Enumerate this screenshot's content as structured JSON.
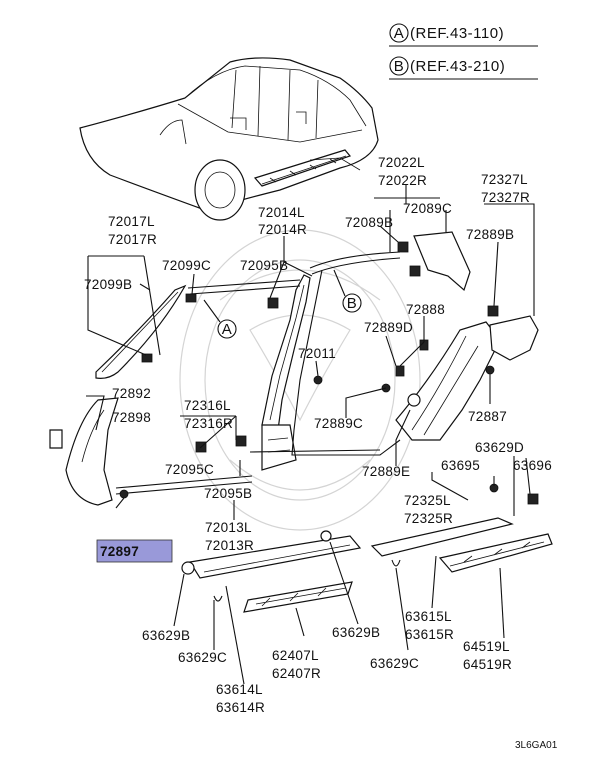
{
  "refs": [
    {
      "letter": "A",
      "text": "(REF.43-110)"
    },
    {
      "letter": "B",
      "text": "(REF.43-210)"
    }
  ],
  "callout_letters": {
    "a": "A",
    "b": "B"
  },
  "labels": {
    "p72022": "72022L",
    "p72022r": "72022R",
    "p72327": "72327L",
    "p72327r": "72327R",
    "p72017": "72017L",
    "p72017r": "72017R",
    "p72014": "72014L",
    "p72014r": "72014R",
    "p72089c_top": "72089C",
    "p72089b_a": "72089B",
    "p72889b": "72889B",
    "p72099c": "72099C",
    "p72095b_top": "72095B",
    "p72099b": "72099B",
    "p72888": "72888",
    "p72889d": "72889D",
    "p72011": "72011",
    "p72892": "72892",
    "p72898": "72898",
    "p72316": "72316L",
    "p72316r": "72316R",
    "p72889c": "72889C",
    "p72887": "72887",
    "p63629d": "63629D",
    "p63695": "63695",
    "p63696": "63696",
    "p72095c": "72095C",
    "p72889e": "72889E",
    "p72095b_bot": "72095B",
    "p72325": "72325L",
    "p72325r": "72325R",
    "p72013": "72013L",
    "p72013r": "72013R",
    "p72897": "72897",
    "p63629b_a": "63629B",
    "p63629b_b": "63629B",
    "p63629c_a": "63629C",
    "p63629c_b": "63629C",
    "p62407": "62407L",
    "p62407r": "62407R",
    "p63615": "63615L",
    "p63615r": "63615R",
    "p64519": "64519L",
    "p64519r": "64519R",
    "p63614": "63614L",
    "p63614r": "63614R"
  },
  "highlight_color": "#9999d9",
  "diagram_code": "3L6GA01"
}
